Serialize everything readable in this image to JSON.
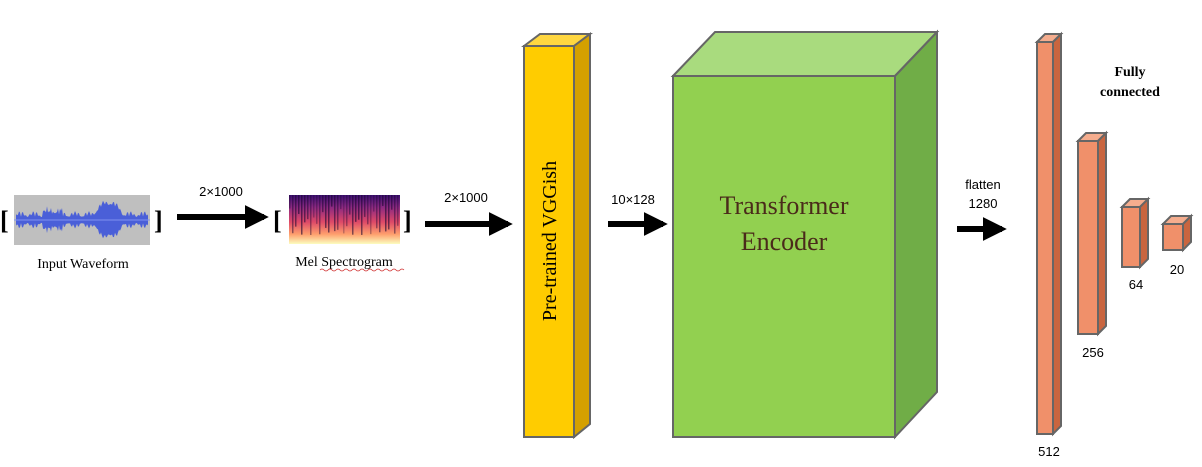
{
  "labels": {
    "input_waveform": "Input Waveform",
    "mel_spectrogram": "Mel Spectrogram",
    "vggish": "Pre-trained VGGish",
    "transformer_line1": "Transformer",
    "transformer_line2": "Encoder",
    "fully_connected_line1": "Fully",
    "fully_connected_line2": "connected",
    "bracket_open": "[",
    "bracket_close": "]"
  },
  "dims": {
    "waveform_to_mel": "2×1000",
    "mel_to_vggish": "2×1000",
    "vggish_to_transformer": "10×128",
    "flatten_word": "flatten",
    "flatten_size": "1280",
    "fc1": "512",
    "fc2": "256",
    "fc3": "64",
    "fc4": "20"
  },
  "colors": {
    "vggish_front": "#FFCC00",
    "vggish_side": "#D4A000",
    "vggish_top": "#FFD740",
    "transformer_front": "#92D050",
    "transformer_side": "#70AD47",
    "transformer_top": "#A9DB7E",
    "fc_front": "#F0906A",
    "fc_side": "#C9653F",
    "fc_top": "#F5AD8E",
    "outline": "#666666",
    "transformer_text": "#4A2A1A",
    "waveform_bg": "#BFBFBF",
    "waveform_fg": "#4A5FD8"
  }
}
